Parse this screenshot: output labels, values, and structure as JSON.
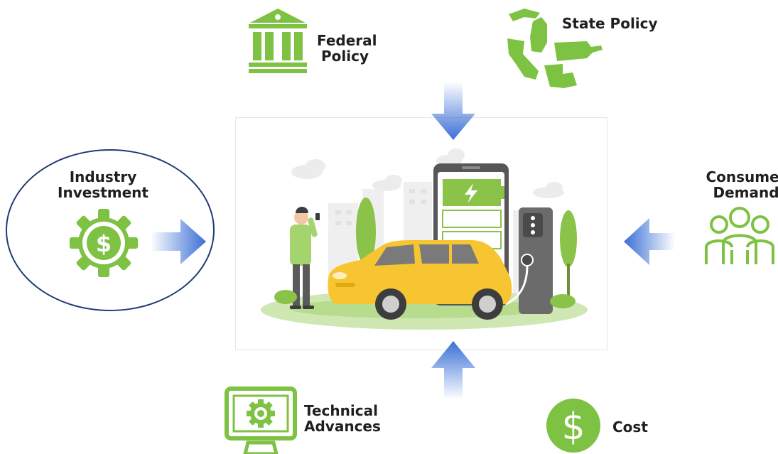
{
  "factors": {
    "federal_policy": {
      "line1": "Federal",
      "line2": "Policy",
      "icon": "government-building-icon"
    },
    "state_policy": {
      "label": "State Policy",
      "icon": "us-states-map-icon"
    },
    "industry_investment": {
      "line1": "Industry",
      "line2": "Investment",
      "icon": "gear-dollar-icon"
    },
    "consumer_demand": {
      "line1": "Consumer",
      "line2": "Demand",
      "icon": "people-group-icon"
    },
    "technical_advances": {
      "line1": "Technical",
      "line2": "Advances",
      "icon": "monitor-gear-icon"
    },
    "cost": {
      "label": "Cost",
      "icon": "dollar-circle-icon"
    }
  },
  "center_image": {
    "subject": "electric-car-charging-illustration"
  },
  "colors": {
    "icon_green": "#7dc242",
    "arrow_blue": "#3a6fd6",
    "ellipse_navy": "#1f3b73",
    "car_yellow": "#f7c531"
  }
}
